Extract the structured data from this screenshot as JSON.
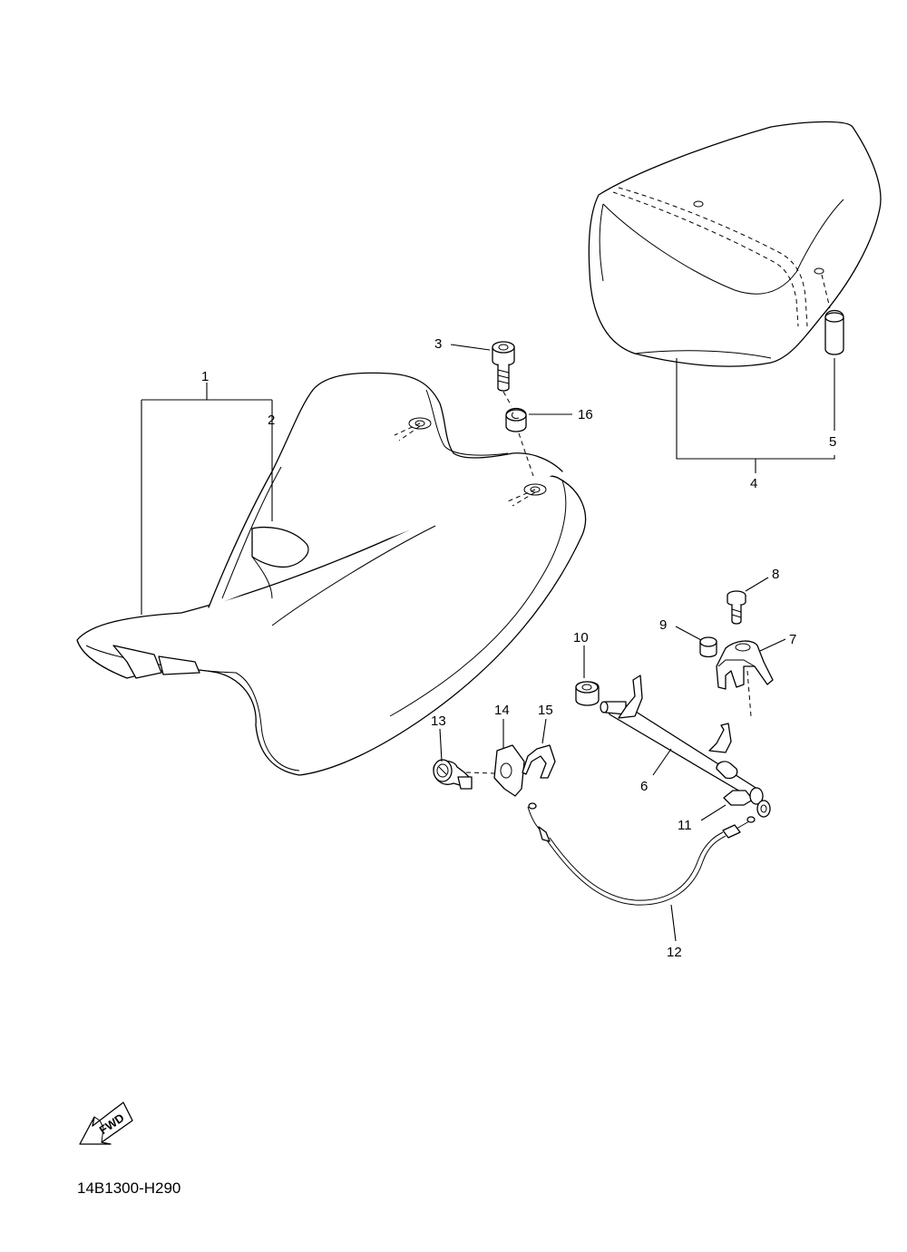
{
  "diagram": {
    "drawing_code": "14B1300-H290",
    "fwd_label": "FWD",
    "callouts": {
      "c1": "1",
      "c2": "2",
      "c3": "3",
      "c4": "4",
      "c5": "5",
      "c6": "6",
      "c7": "7",
      "c8": "8",
      "c9": "9",
      "c10": "10",
      "c11": "11",
      "c12": "12",
      "c13": "13",
      "c14": "14",
      "c15": "15",
      "c16": "16"
    }
  }
}
